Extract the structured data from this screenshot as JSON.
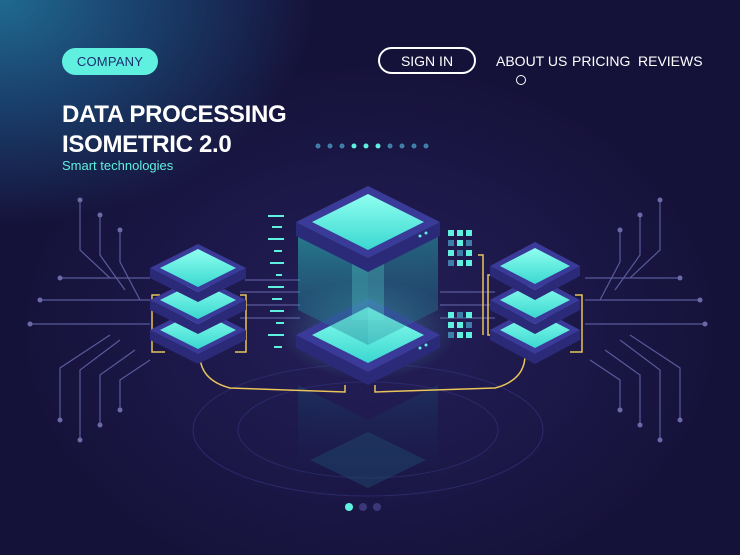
{
  "brand": {
    "label": "COMPANY"
  },
  "nav": {
    "sign_in": "SIGN IN",
    "about": "ABOUT US",
    "pricing": "PRICING",
    "reviews": "REVIEWS"
  },
  "hero": {
    "title_line1": "DATA PROCESSING",
    "title_line2": "ISOMETRIC 2.0",
    "subtitle": "Smart technologies"
  },
  "pager": {
    "count": 3,
    "active_index": 0
  },
  "colors": {
    "accent": "#5ff0e0",
    "background": "#15123a",
    "panel": "#2a2a78",
    "wire": "#e8c45a",
    "circuit": "#6a6aa8"
  },
  "icons": [
    "server-tower-icon",
    "server-rack-left-icon",
    "server-rack-right-icon",
    "circuit-lines-icon"
  ]
}
